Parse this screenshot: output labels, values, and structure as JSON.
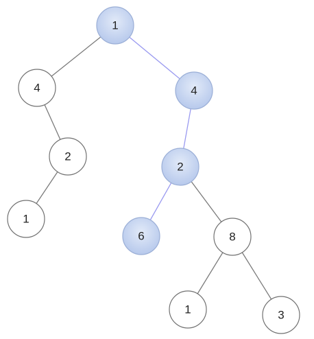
{
  "colors": {
    "highlight_fill_light": "#e2eaf8",
    "highlight_fill_dark": "#b7c9ec",
    "highlight_stroke": "#9aaed6",
    "highlight_edge": "#9a9af0",
    "normal_fill": "#ffffff",
    "normal_stroke": "#707070",
    "normal_edge": "#7a7a7a"
  },
  "tree": {
    "nodes": [
      {
        "id": "n1",
        "label": "1",
        "highlighted": true
      },
      {
        "id": "n2",
        "label": "4",
        "highlighted": false
      },
      {
        "id": "n3",
        "label": "4",
        "highlighted": true
      },
      {
        "id": "n4",
        "label": "2",
        "highlighted": false
      },
      {
        "id": "n5",
        "label": "1",
        "highlighted": false
      },
      {
        "id": "n6",
        "label": "2",
        "highlighted": true
      },
      {
        "id": "n7",
        "label": "6",
        "highlighted": true
      },
      {
        "id": "n8",
        "label": "8",
        "highlighted": false
      },
      {
        "id": "n9",
        "label": "1",
        "highlighted": false
      },
      {
        "id": "n10",
        "label": "3",
        "highlighted": false
      }
    ],
    "edges": [
      {
        "from": "n1",
        "to": "n2",
        "highlighted": false
      },
      {
        "from": "n1",
        "to": "n3",
        "highlighted": true
      },
      {
        "from": "n2",
        "to": "n4",
        "highlighted": false
      },
      {
        "from": "n4",
        "to": "n5",
        "highlighted": false
      },
      {
        "from": "n3",
        "to": "n6",
        "highlighted": true
      },
      {
        "from": "n6",
        "to": "n7",
        "highlighted": true
      },
      {
        "from": "n6",
        "to": "n8",
        "highlighted": false
      },
      {
        "from": "n8",
        "to": "n9",
        "highlighted": false
      },
      {
        "from": "n8",
        "to": "n10",
        "highlighted": false
      }
    ]
  }
}
